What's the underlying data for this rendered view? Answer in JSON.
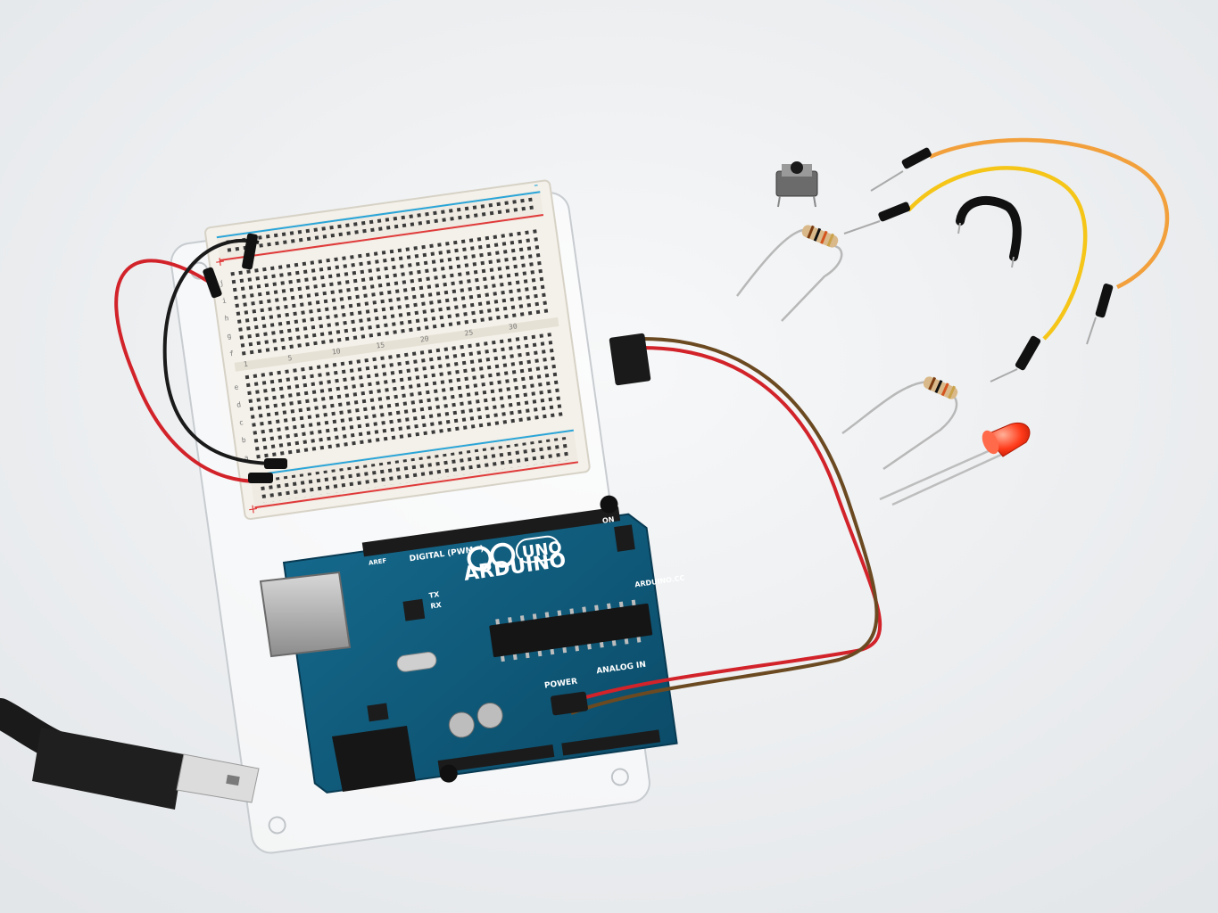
{
  "board": {
    "logo_text": "ARDUINO",
    "model": "UNO",
    "digital_label": "DIGITAL (PWM~)",
    "analog_label": "ANALOG IN",
    "power_label": "POWER",
    "site": "ARDUINO.CC",
    "on_label": "ON",
    "tx_label": "TX",
    "rx_label": "RX",
    "aref_label": "AREF"
  },
  "breadboard": {
    "rail_plus": "+",
    "rail_minus": "-",
    "row_letters_top": [
      "j",
      "i",
      "h",
      "g",
      "f"
    ],
    "row_letters_bottom": [
      "e",
      "d",
      "c",
      "b",
      "a"
    ],
    "column_numbers": [
      "1",
      "5",
      "10",
      "15",
      "20",
      "25",
      "30"
    ]
  },
  "components": [
    "push-button",
    "resistor",
    "resistor",
    "red-led",
    "jumper-wire-orange",
    "jumper-wire-yellow",
    "jumper-wire-black-short",
    "usb-b-cable"
  ],
  "colors": {
    "background": "#eef0f2",
    "board_blue": "#0f5a7a",
    "breadboard_white": "#f4f1ea",
    "wire_red": "#d2232a",
    "wire_brown": "#6b4a22",
    "wire_orange": "#f2a03c",
    "wire_yellow": "#f5c518",
    "led_red": "#ff3b1a"
  }
}
